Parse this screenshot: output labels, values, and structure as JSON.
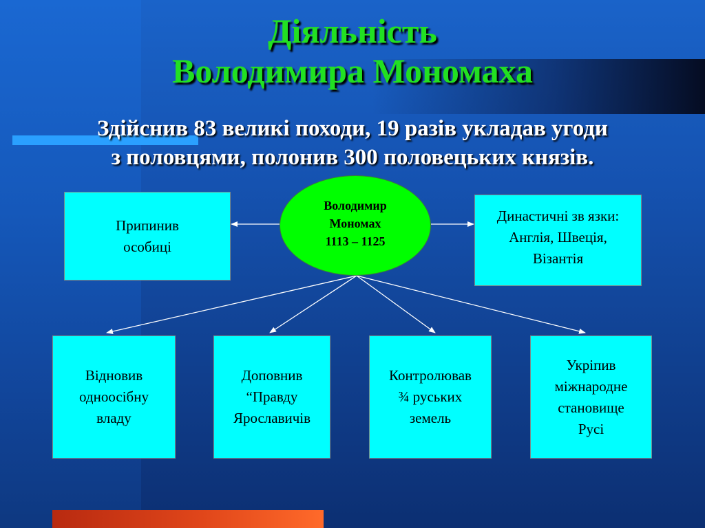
{
  "title": {
    "line1": "Діяльність",
    "line2": "Володимира Мономаха"
  },
  "subtitle": {
    "line1": "Здійснив 83 великі походи, 19 разів укладав угоди",
    "line2": "з половцями, полонив 300 половецьких князів."
  },
  "center": {
    "text": "Володимир\nМономах\n1113 – 1125"
  },
  "boxes": {
    "left_top": "Припинив\nособиці",
    "right_top": "Династичні зв язки:\nАнглія, Швеція,\nВізантія",
    "bottom_1": "Відновив\nодноосібну\nвладу",
    "bottom_2": "Доповнив\n“Правду\nЯрославичів",
    "bottom_3": "Контролював\n¾ руських\nземель",
    "bottom_4": "Укріпив\nміжнародне\nстановище\nРусі"
  },
  "colors": {
    "title": "#22e022",
    "box_fill": "#00ffff",
    "ellipse_fill": "#00ff00",
    "arrow": "#ffffff"
  }
}
